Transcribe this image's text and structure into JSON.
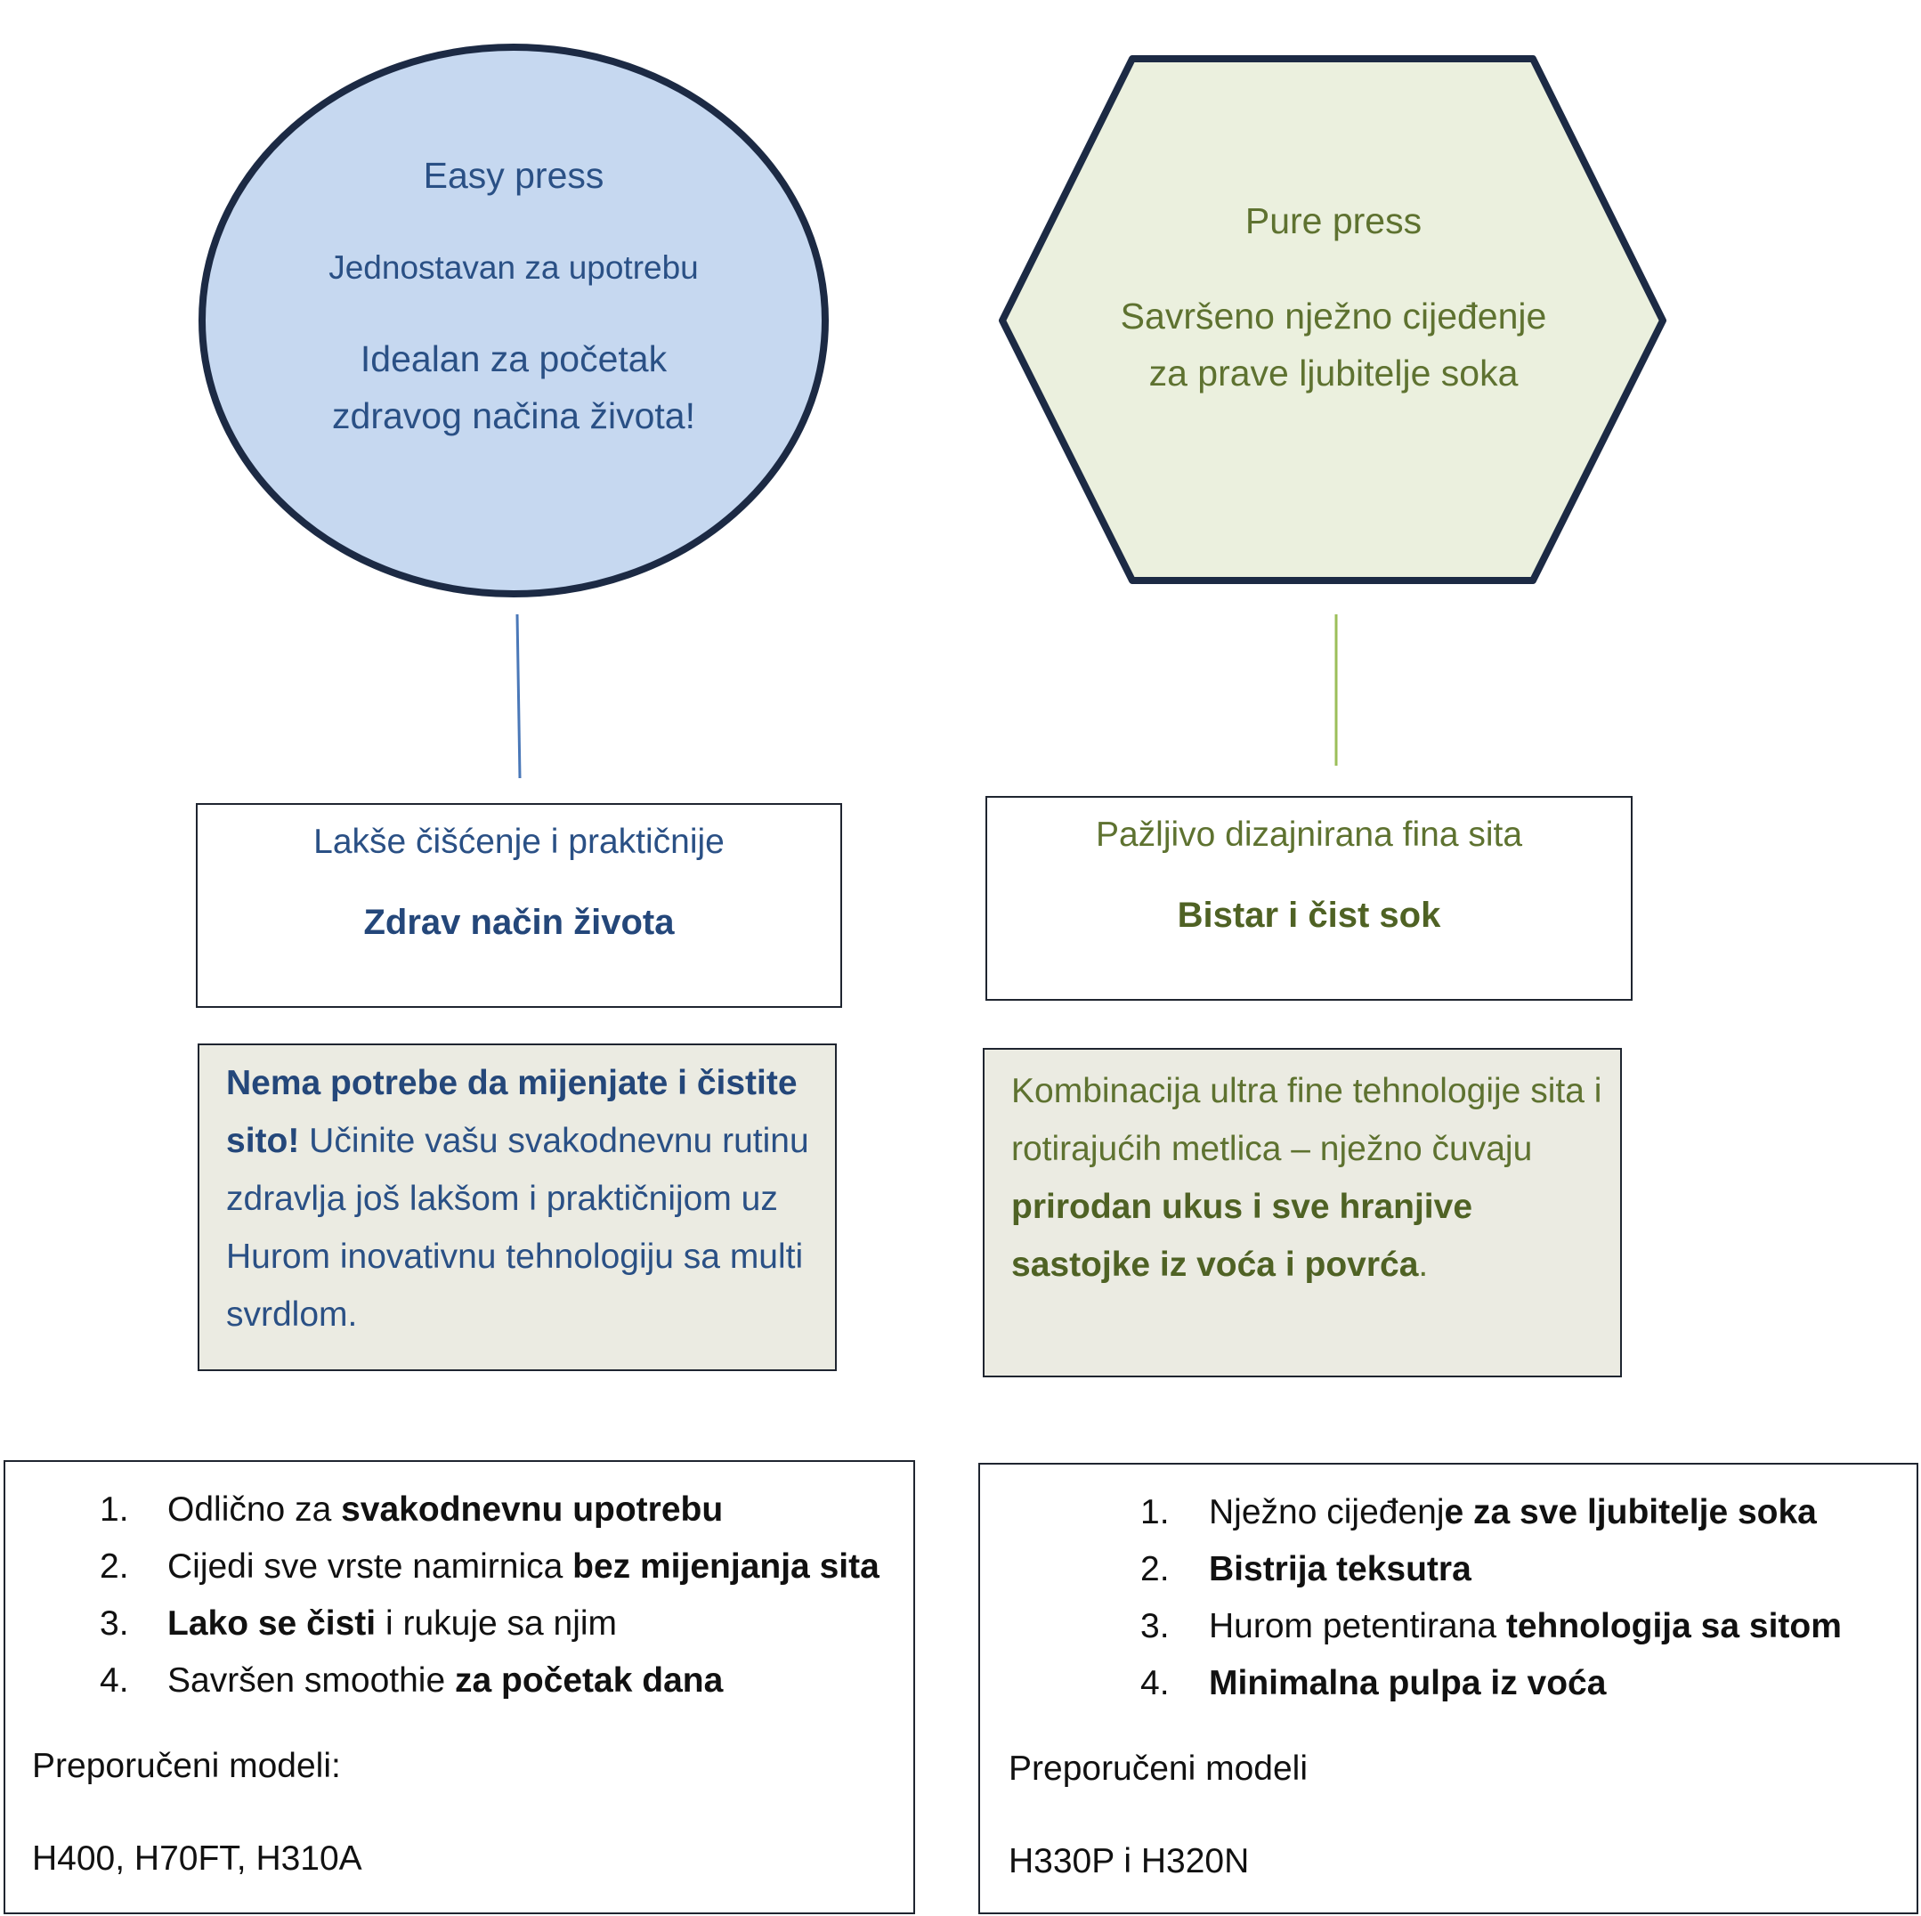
{
  "colors": {
    "left_fill": "#c6d8f0",
    "right_fill": "#ebf0de",
    "outline": "#1c2a44",
    "left_accent": "#2a5085",
    "right_accent": "#5e7230",
    "left_connector": "#4a78b8",
    "right_connector": "#9cbf5a",
    "desc_fill": "#ebebe2"
  },
  "left": {
    "shape_title": "Easy press",
    "shape_subtitle": "Jednostavan za upotrebu",
    "shape_line1": "Idealan za početak",
    "shape_line2": "zdravog načina života!",
    "feature_line": "Lakše čišćenje i praktičnije",
    "feature_bold": "Zdrav način života",
    "desc_bold": "Nema potrebe da mijenjate i čistite sito!",
    "desc_rest": " Učinite vašu svakodnevnu rutinu zdravlja još lakšom i praktičnijom uz Hurom inovativnu tehnologiju sa multi svrdlom.",
    "list": [
      {
        "num": "1.",
        "normal": "Odlično za ",
        "bold": "svakodnevnu upotrebu",
        "after": ""
      },
      {
        "num": "2.",
        "normal": "Cijedi sve vrste namirnica ",
        "bold": "bez mijenjanja sita",
        "after": ""
      },
      {
        "num": "3.",
        "normal": "",
        "bold": "Lako se čisti",
        "after": " i rukuje sa njim"
      },
      {
        "num": "4.",
        "normal": "Savršen smoothie ",
        "bold": "za početak dana",
        "after": ""
      }
    ],
    "models_label": "Preporučeni modeli:",
    "models": "H400, H70FT, H310A"
  },
  "right": {
    "shape_title": "Pure press",
    "shape_line1": "Savršeno nježno cijeđenje",
    "shape_line2": "za prave ljubitelje soka",
    "feature_line": "Pažljivo dizajnirana fina sita",
    "feature_bold": "Bistar i čist sok",
    "desc_normal": "Kombinacija ultra fine tehnologije sita i rotirajućih metlica – nježno čuvaju ",
    "desc_bold": "prirodan ukus i sve hranjive sastojke iz voća i povrća",
    "desc_end": ".",
    "list": [
      {
        "num": "1.",
        "normal": "Nježno cijeđenj",
        "bold": "e za sve ljubitelje soka",
        "after": ""
      },
      {
        "num": "2.",
        "normal": "",
        "bold": "Bistrija teksutra",
        "after": ""
      },
      {
        "num": "3.",
        "normal": "Hurom petentirana ",
        "bold": "tehnologija sa sitom",
        "after": ""
      },
      {
        "num": "4.",
        "normal": "",
        "bold": "Minimalna pulpa iz voća",
        "after": ""
      }
    ],
    "models_label": "Preporučeni modeli",
    "models": "H330P i H320N"
  }
}
